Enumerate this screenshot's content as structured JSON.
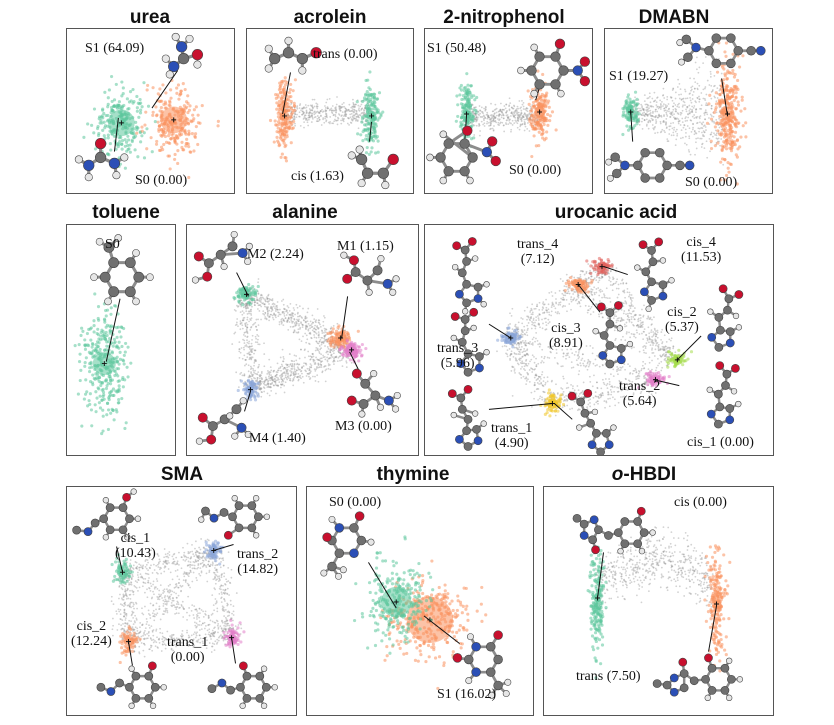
{
  "colors": {
    "green": "#5cc79c",
    "orange": "#f9915f",
    "gray": "#9c9c9c",
    "pink": "#e27dc8",
    "blue": "#8aa5d8",
    "red": "#e2625c",
    "lime": "#a6dc4e",
    "yellow": "#f0c72a",
    "atom_c": "#707070",
    "atom_h": "#e6e6e6",
    "atom_o": "#c8102e",
    "atom_n": "#2b4fb6"
  },
  "panels": [
    {
      "id": "urea",
      "title": "urea",
      "labels": [
        {
          "line1": "S1 (64.09)",
          "line2": ""
        },
        {
          "line1": "S0 (0.00)",
          "line2": ""
        }
      ]
    },
    {
      "id": "acrolein",
      "title": "acrolein",
      "labels": [
        {
          "line1": "trans (0.00)",
          "line2": ""
        },
        {
          "line1": "cis (1.63)",
          "line2": ""
        }
      ]
    },
    {
      "id": "nitrophenol",
      "title": "2-nitrophenol",
      "labels": [
        {
          "line1": "S1 (50.48)",
          "line2": ""
        },
        {
          "line1": "S0 (0.00)",
          "line2": ""
        }
      ]
    },
    {
      "id": "dmabn",
      "title": "DMABN",
      "labels": [
        {
          "line1": "S1 (19.27)",
          "line2": ""
        },
        {
          "line1": "S0 (0.00)",
          "line2": ""
        }
      ]
    },
    {
      "id": "toluene",
      "title": "toluene",
      "labels": [
        {
          "line1": "S0",
          "line2": ""
        }
      ]
    },
    {
      "id": "alanine",
      "title": "alanine",
      "labels": [
        {
          "line1": "M2 (2.24)",
          "line2": ""
        },
        {
          "line1": "M1 (1.15)",
          "line2": ""
        },
        {
          "line1": "M4 (1.40)",
          "line2": ""
        },
        {
          "line1": "M3 (0.00)",
          "line2": ""
        }
      ]
    },
    {
      "id": "urocanic",
      "title": "urocanic acid",
      "labels": [
        {
          "line1": "trans_4",
          "line2": "(7.12)"
        },
        {
          "line1": "cis_4",
          "line2": "(11.53)"
        },
        {
          "line1": "cis_3",
          "line2": "(8.91)"
        },
        {
          "line1": "cis_2",
          "line2": "(5.37)"
        },
        {
          "line1": "trans_3",
          "line2": "(5.96)"
        },
        {
          "line1": "trans_2",
          "line2": "(5.64)"
        },
        {
          "line1": "trans_1",
          "line2": "(4.90)"
        },
        {
          "line1": "cis_1 (0.00)",
          "line2": ""
        }
      ]
    },
    {
      "id": "sma",
      "title": "SMA",
      "labels": [
        {
          "line1": "cis_1",
          "line2": "(10.43)"
        },
        {
          "line1": "trans_2",
          "line2": "(14.82)"
        },
        {
          "line1": "cis_2",
          "line2": "(12.24)"
        },
        {
          "line1": "trans_1",
          "line2": "(0.00)"
        }
      ]
    },
    {
      "id": "thymine",
      "title": "thymine",
      "labels": [
        {
          "line1": "S0 (0.00)",
          "line2": ""
        },
        {
          "line1": "S1 (16.02)",
          "line2": ""
        }
      ]
    },
    {
      "id": "hbdi",
      "title": "o-HBDI",
      "title_prefix": "o",
      "title_suffix": "-HBDI",
      "labels": [
        {
          "line1": "cis (0.00)",
          "line2": ""
        },
        {
          "line1": "trans (7.50)",
          "line2": ""
        }
      ]
    }
  ]
}
